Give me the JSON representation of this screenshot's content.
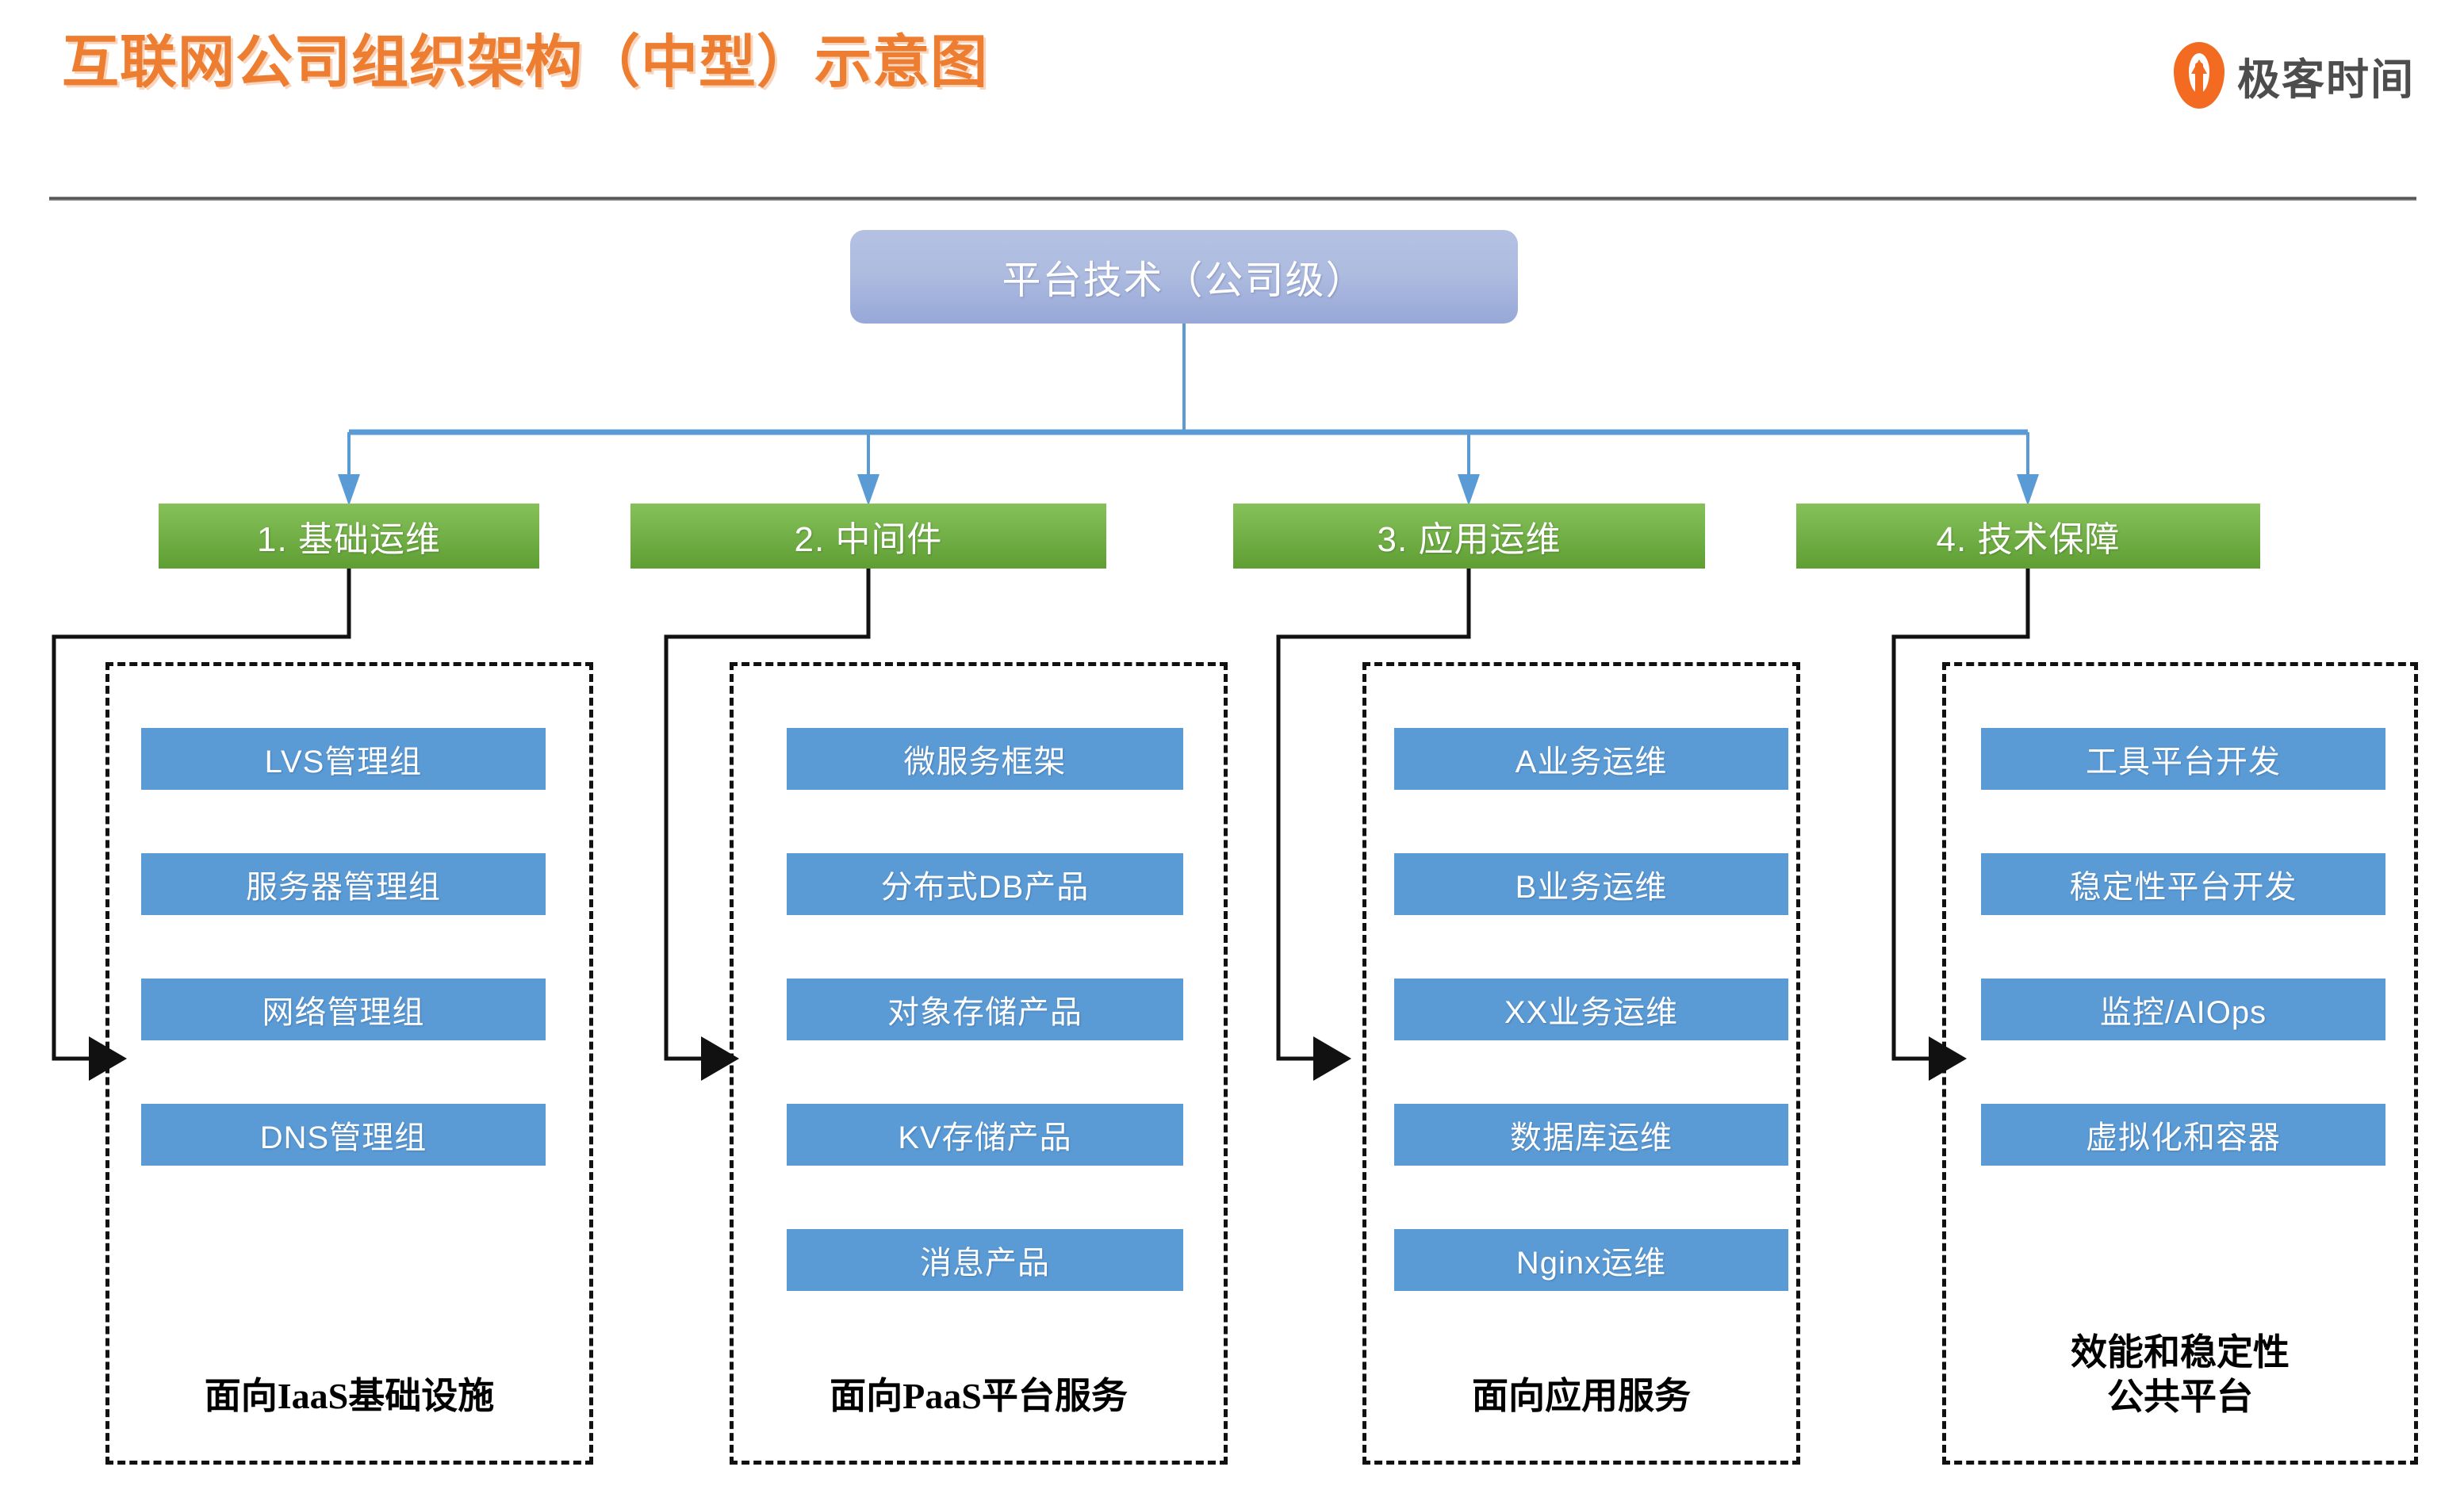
{
  "header": {
    "title": "互联网公司组织架构（中型）示意图",
    "title_color": "#ED7D31",
    "brand_name": "极客时间",
    "brand_color": "#F26B21",
    "brand_icon": "geekbang-flame-logo"
  },
  "chart_data": {
    "type": "diagram",
    "diagram_kind": "organization-tree",
    "title": "互联网公司组织架构（中型）示意图",
    "root": {
      "label": "平台技术（公司级）",
      "color": "#AEBCE0"
    },
    "branch_color": "#6DAE43",
    "leaf_color": "#5B9BD5",
    "connector_color": "#5B9BD5",
    "group_border_color": "#111111",
    "branches": [
      {
        "label": "1. 基础运维",
        "caption": "面向IaaS基础设施",
        "children": [
          "LVS管理组",
          "服务器管理组",
          "网络管理组",
          "DNS管理组"
        ]
      },
      {
        "label": "2. 中间件",
        "caption": "面向PaaS平台服务",
        "children": [
          "微服务框架",
          "分布式DB产品",
          "对象存储产品",
          "KV存储产品",
          "消息产品"
        ]
      },
      {
        "label": "3. 应用运维",
        "caption": "面向应用服务",
        "children": [
          "A业务运维",
          "B业务运维",
          "XX业务运维",
          "数据库运维",
          "Nginx运维"
        ]
      },
      {
        "label": "4. 技术保障",
        "caption": "效能和稳定性\n公共平台",
        "children": [
          "工具平台开发",
          "稳定性平台开发",
          "监控/AIOps",
          "虚拟化和容器"
        ]
      }
    ]
  }
}
